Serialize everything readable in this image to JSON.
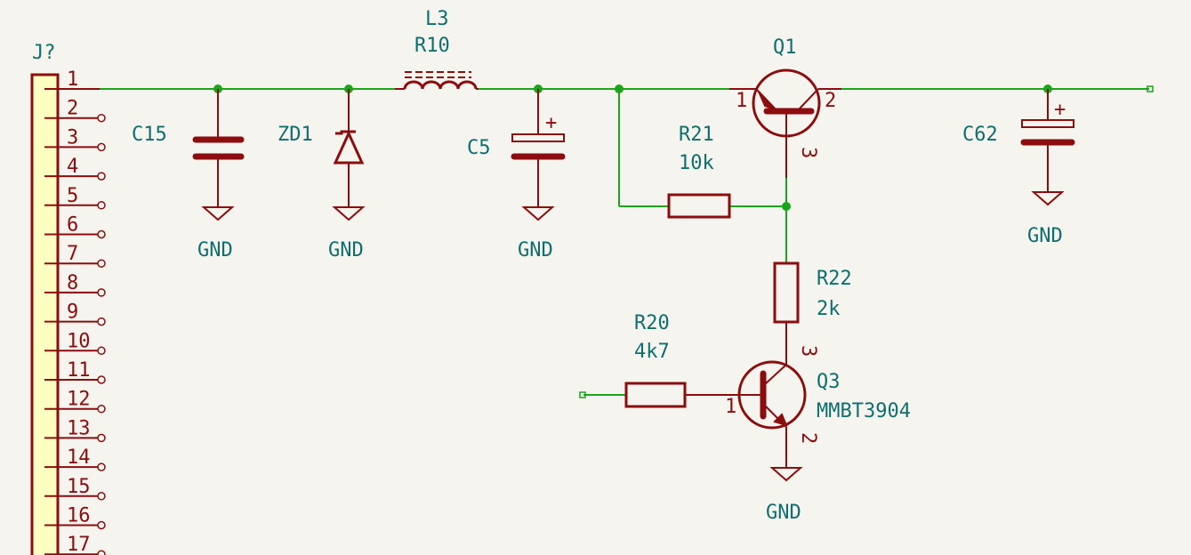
{
  "connector": {
    "ref": "J?",
    "pins": [
      "1",
      "2",
      "3",
      "4",
      "5",
      "6",
      "7",
      "8",
      "9",
      "10",
      "11",
      "12",
      "13",
      "14",
      "15",
      "16",
      "17"
    ]
  },
  "components": {
    "c15": {
      "ref": "C15"
    },
    "zd1": {
      "ref": "ZD1"
    },
    "l3": {
      "ref": "L3",
      "value": "R10"
    },
    "c5": {
      "ref": "C5",
      "plus": "+"
    },
    "q1": {
      "ref": "Q1",
      "pin1": "1",
      "pin2": "2",
      "pin3": "3"
    },
    "r21": {
      "ref": "R21",
      "value": "10k"
    },
    "c62": {
      "ref": "C62",
      "plus": "+"
    },
    "r22": {
      "ref": "R22",
      "value": "2k"
    },
    "r20": {
      "ref": "R20",
      "value": "4k7"
    },
    "q3": {
      "ref": "Q3",
      "value": "MMBT3904",
      "pin1": "1",
      "pin2": "2",
      "pin3": "3"
    }
  },
  "grounds": {
    "label": "GND"
  },
  "colors": {
    "wire": "#1aa51a",
    "symbol": "#8b0d0d",
    "symbol_fill": "#ffffc2",
    "label": "#0f6f6f",
    "background": "#f5f4ef"
  }
}
